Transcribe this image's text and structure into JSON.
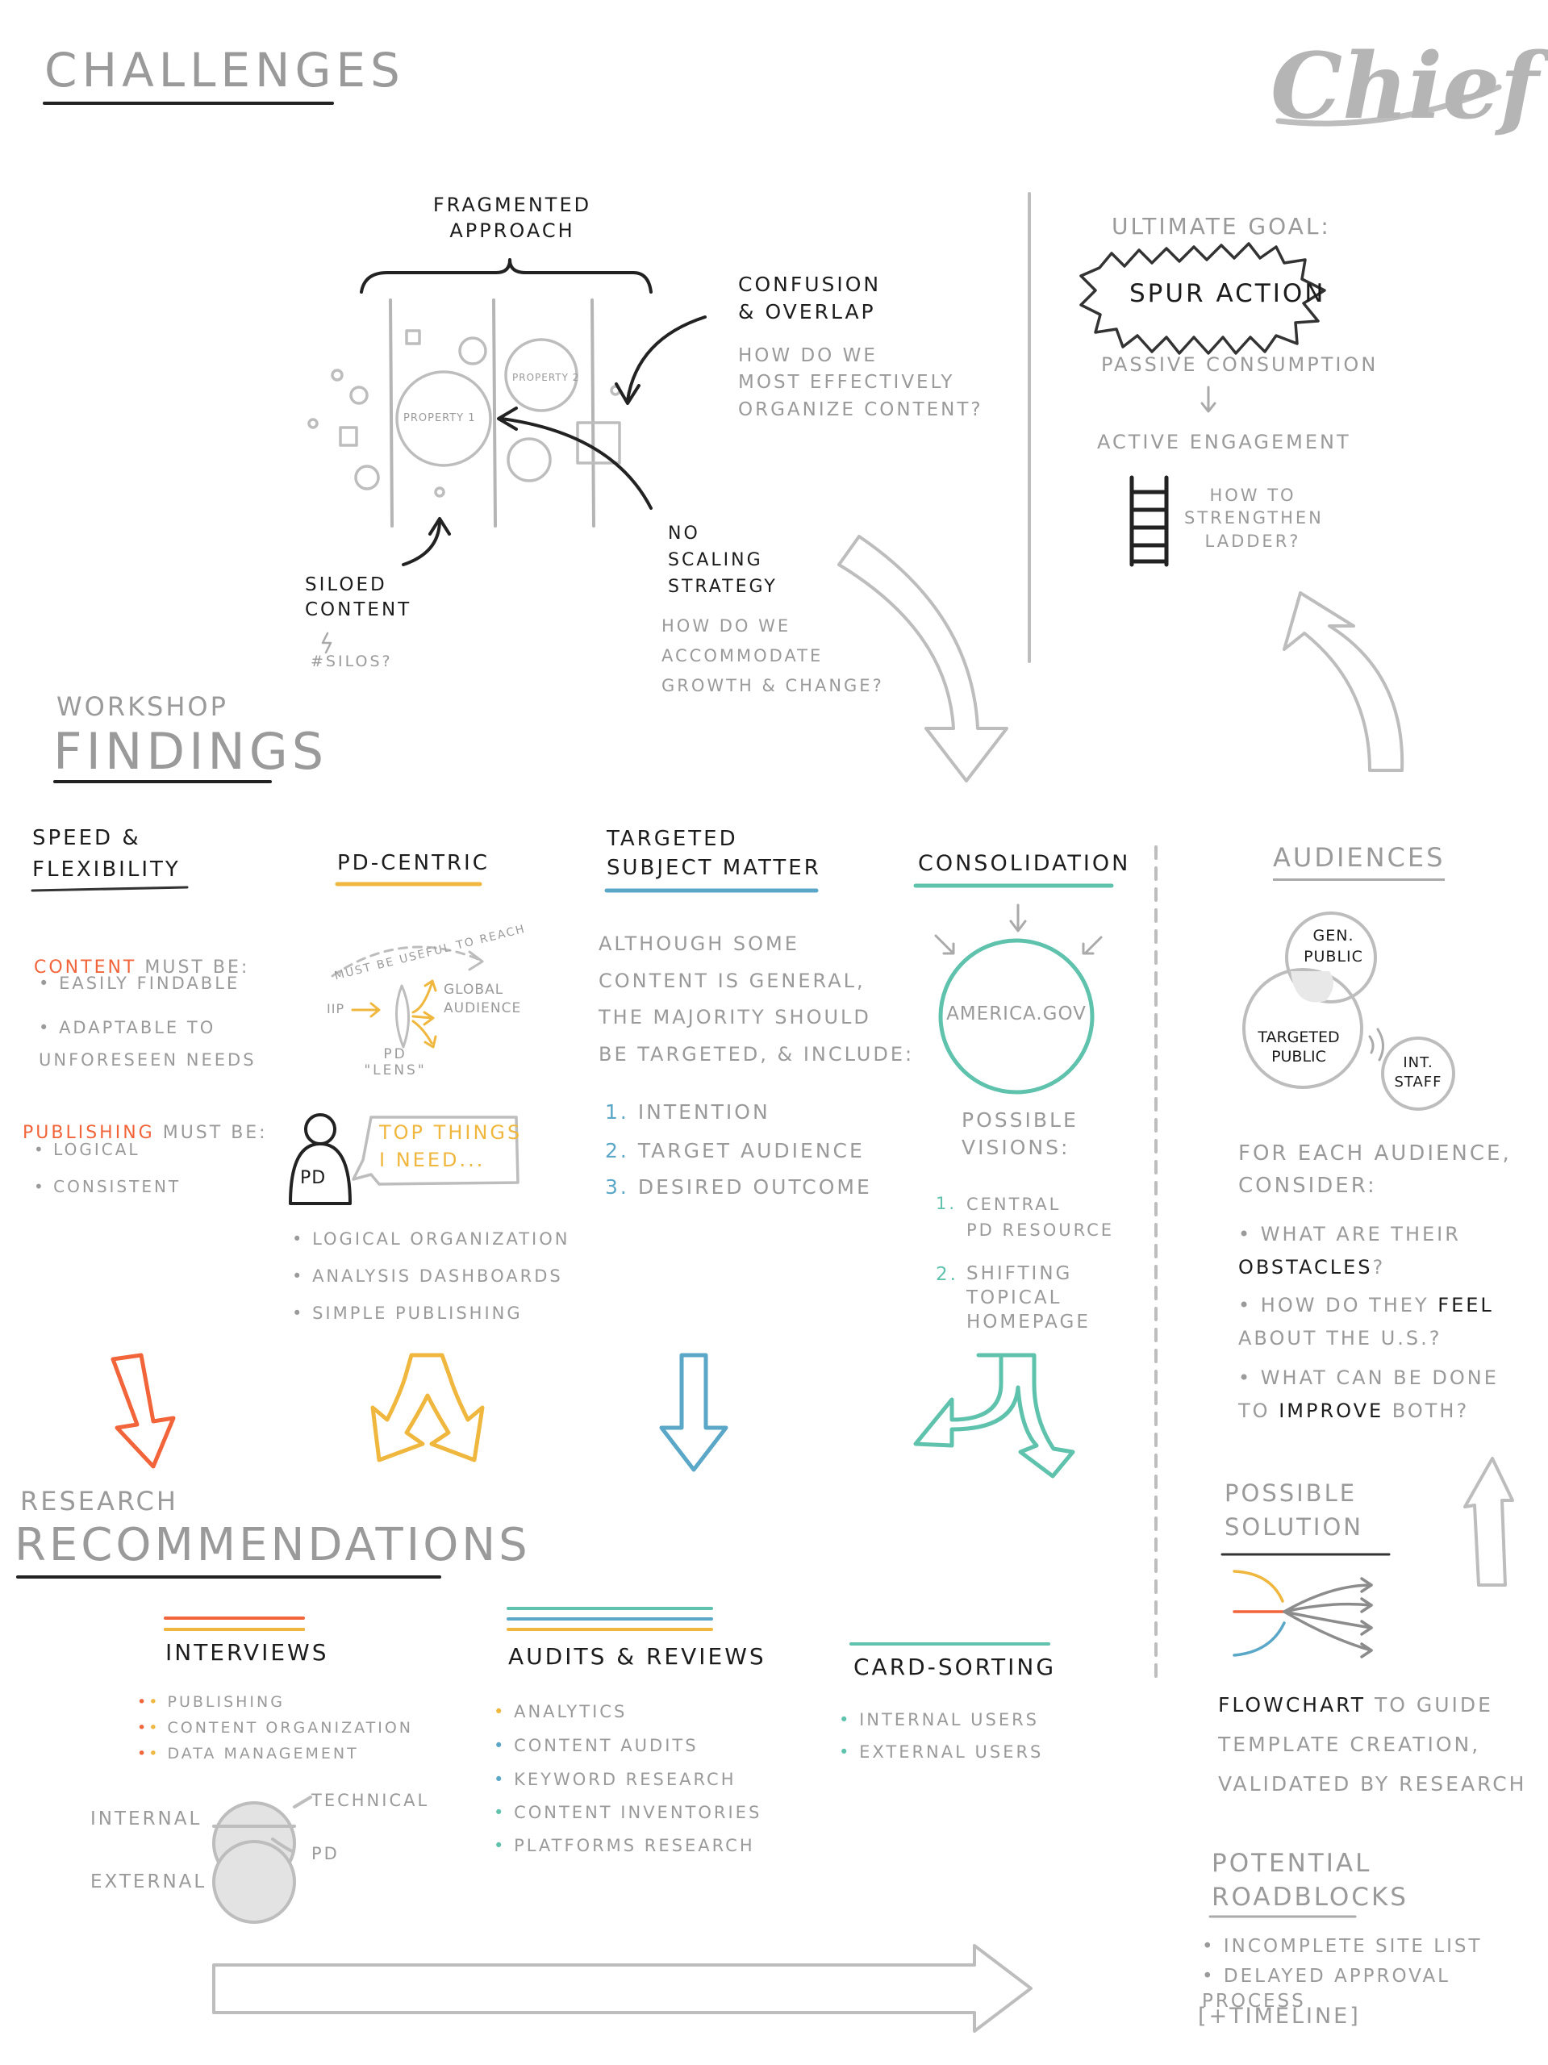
{
  "brand": {
    "logo_text": "Chief"
  },
  "challenges": {
    "heading": "Challenges",
    "fragmented": "Fragmented\nApproach",
    "property1": "Property 1",
    "property2": "Property 2",
    "confusion_title": "Confusion\n& Overlap",
    "confusion_q": "How do we\nmost effectively\norganize content?",
    "siloed_title": "Siloed\ncontent",
    "siloed_note": "#silos?",
    "scaling_title": "No\nscaling\nstrategy",
    "scaling_q": "How do we\naccommodate\ngrowth & change?"
  },
  "goal": {
    "label": "Ultimate Goal:",
    "burst": "Spur Action",
    "from": "Passive consumption",
    "to": "Active engagement",
    "question": "How to\nstrengthen\nladder?"
  },
  "findings": {
    "pre": "Workshop",
    "title": "Findings",
    "speed": {
      "title": "Speed &\nFlexibility",
      "content_label": "Content",
      "content_rest": " must be:",
      "content_items": [
        "Easily findable",
        "Adaptable to\nunforeseen needs"
      ],
      "publishing_label": "Publishing",
      "publishing_rest": " must be:",
      "publishing_items": [
        "Logical",
        "Consistent"
      ]
    },
    "pd": {
      "title": "PD-Centric",
      "arc_text": "Must be useful to reach",
      "iip": "IIP",
      "lens": "PD\n\"Lens\"",
      "global": "Global\nAudience",
      "avatar": "PD",
      "bubble": "Top things\nI need...",
      "items": [
        "Logical organization",
        "Analysis dashboards",
        "Simple publishing"
      ]
    },
    "targeted": {
      "title": "Targeted\nSubject Matter",
      "body": "Although some\ncontent is general,\nthe majority should\nbe targeted, & include:",
      "items": [
        {
          "num": "1.",
          "text": "Intention"
        },
        {
          "num": "2.",
          "text": "Target audience"
        },
        {
          "num": "3.",
          "text": "Desired outcome"
        }
      ]
    },
    "consolidation": {
      "title": "Consolidation",
      "circle": "America.gov",
      "visions_label": "Possible\nvisions:",
      "visions": [
        {
          "num": "1.",
          "text": "Central\nPD Resource"
        },
        {
          "num": "2.",
          "text": "Shifting\ntopical\nhomepage"
        }
      ]
    }
  },
  "audiences": {
    "title": "Audiences",
    "gen": "Gen.\nPublic",
    "targeted": "Targeted\nPublic",
    "staff": "Int.\nStaff",
    "consider": "For each audience,\nconsider:",
    "q1_a": "What are their ",
    "q1_b": "obstacles",
    "q1_c": "?",
    "q2_a": "How do they ",
    "q2_b": "feel",
    "q2_c": "\nabout the U.S.?",
    "q3_a": "What can be done\nto ",
    "q3_b": "improve",
    "q3_c": " both?"
  },
  "solution": {
    "title": "Possible\nSolution",
    "flow_bold": "Flowchart",
    "flow_rest": " to guide\ntemplate creation,\nvalidated by research"
  },
  "roadblocks": {
    "title": "Potential\nRoadblocks",
    "items": [
      "Incomplete site list",
      "Delayed approval process"
    ],
    "timeline": "[+Timeline]"
  },
  "recommendations": {
    "pre": "Research",
    "title": "Recommendations",
    "interviews": {
      "title": "Interviews",
      "items": [
        "Publishing",
        "Content organization",
        "Data management"
      ],
      "internal": "Internal",
      "external": "External",
      "technical": "Technical",
      "pd": "PD"
    },
    "audits": {
      "title": "Audits & Reviews",
      "items": [
        "Analytics",
        "Content audits",
        "Keyword research",
        "Content inventories",
        "Platforms research"
      ]
    },
    "cards": {
      "title": "Card-Sorting",
      "items": [
        "Internal users",
        "External users"
      ]
    }
  },
  "colors": {
    "orange": "#f2643a",
    "yellow": "#f0b73e",
    "blue": "#5aa7c7",
    "teal": "#5fc2ad",
    "gray": "#9a9a9a",
    "ink": "#1c1c1c"
  }
}
